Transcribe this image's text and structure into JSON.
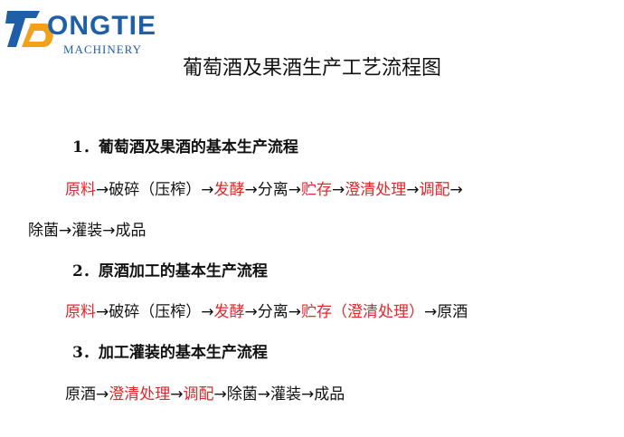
{
  "logo": {
    "brand": "ONGTIE",
    "sub": "MACHINERY"
  },
  "title": "葡萄酒及果酒生产工艺流程图",
  "sections": [
    {
      "heading": "1．葡萄酒及果酒的基本生产流程",
      "line1": [
        "原料",
        "→破碎（压榨）→",
        "发酵",
        "→分离→",
        "贮存",
        "→",
        "澄清处理",
        "→",
        "调配",
        "→"
      ],
      "line2": [
        "除菌→灌装→成品"
      ]
    },
    {
      "heading": "2．原酒加工的基本生产流程",
      "line1": [
        "原料",
        "→破碎（压榨）→",
        "发酵",
        "→分离→",
        "贮存（澄清处理）",
        "→原酒"
      ]
    },
    {
      "heading": "3．加工灌装的基本生产流程",
      "line1": [
        "原酒→",
        "澄清处理",
        "→",
        "调配",
        "→除菌→灌装→成品"
      ]
    }
  ],
  "colors": {
    "highlight": "#e6262b",
    "text": "#111111",
    "brand": "#1f5fa8"
  }
}
